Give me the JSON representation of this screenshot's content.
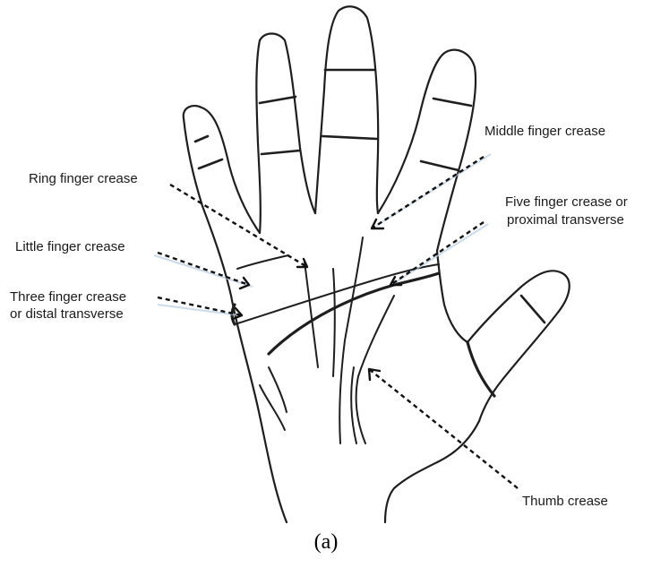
{
  "labels": {
    "middle_finger_crease": "Middle finger crease",
    "ring_finger_crease": "Ring finger crease",
    "five_finger_crease_line1": "Five finger crease or",
    "five_finger_crease_line2": "proximal transverse",
    "little_finger_crease": "Little finger crease",
    "three_finger_crease_line1": "Three finger crease",
    "three_finger_crease_line2": "or distal transverse",
    "thumb_crease": "Thumb crease"
  },
  "caption": "(a)"
}
